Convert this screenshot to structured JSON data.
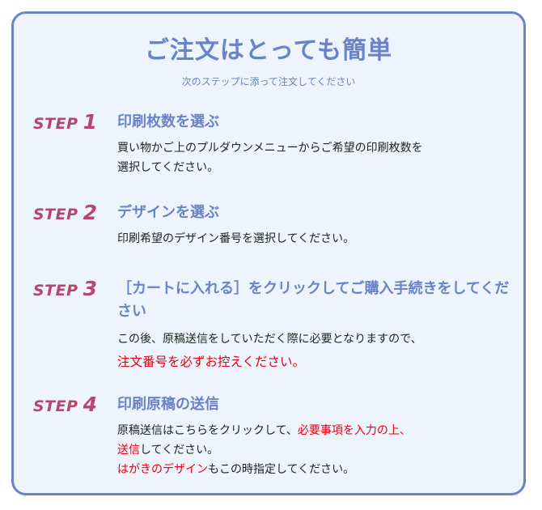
{
  "title": "ご注文はとっても簡単",
  "subtitle": "次のステップに添って注文してください",
  "step_word": "STEP",
  "steps": [
    {
      "number": "1",
      "heading": "印刷枚数を選ぶ",
      "body_line1": "買い物かご上のプルダウンメニューからご希望の印刷枚数を",
      "body_line2": "選択してください。"
    },
    {
      "number": "2",
      "heading": "デザインを選ぶ",
      "body_line1": "印刷希望のデザイン番号を選択してください。"
    },
    {
      "number": "3",
      "heading": "［カートに入れる］をクリックしてご購入手続きをしてください",
      "body_line1": "この後、原稿送信をしていただく際に必要となりますので、",
      "body_red": "注文番号を必ずお控えください。"
    },
    {
      "number": "4",
      "heading": "印刷原稿の送信",
      "body_part1": "原稿送信はこちらをクリックして、",
      "body_red1": "必要事項を入力の上、",
      "body_red2": "送信",
      "body_part2": "してください。",
      "body_red3": "はがきのデザイン",
      "body_part3": "もこの時指定してください。"
    }
  ],
  "colors": {
    "accent_blue": "#6a82c8",
    "step_pink": "#b7466e",
    "warning_red": "#e8000b",
    "panel_bg": "#eef4fd"
  }
}
